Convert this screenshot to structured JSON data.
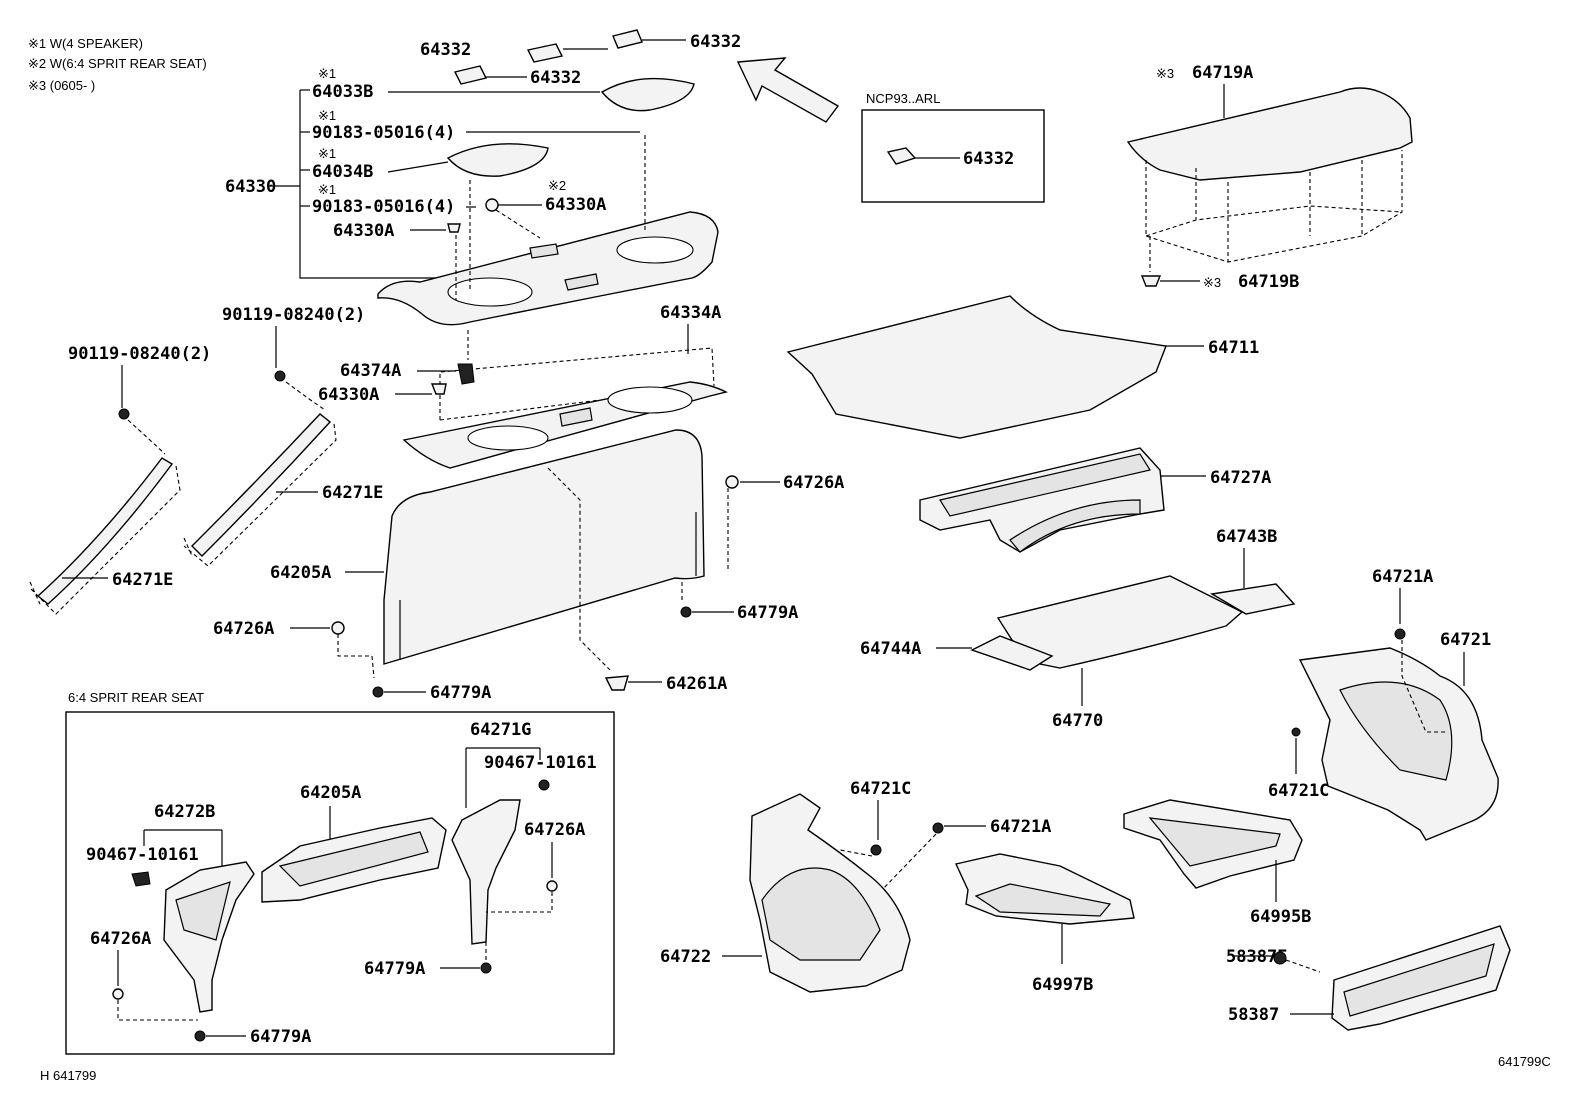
{
  "notes": [
    "※1 W(4 SPEAKER)",
    "※2 W(6:4 SPRIT REAR SEAT)",
    "※3 (0605-      )"
  ],
  "inset_ncp": {
    "title": "NCP93..ARL",
    "part": "64332"
  },
  "inset_split": {
    "title": "6:4 SPRIT REAR SEAT"
  },
  "marks": {
    "m1": "※1",
    "m2": "※2",
    "m3": "※3"
  },
  "parts": {
    "p64332a": "64332",
    "p64332b": "64332",
    "p64332c": "64332",
    "p64033B": "64033B",
    "p90183a": "90183-05016(4)",
    "p64034B": "64034B",
    "p90183b": "90183-05016(4)",
    "p64330A_top": "64330A",
    "p64330A_left": "64330A",
    "p64330": "64330",
    "p64719A": "64719A",
    "p64719B": "64719B",
    "p64711": "64711",
    "p90119_right": "90119-08240(2)",
    "p90119_left": "90119-08240(2)",
    "p64334A": "64334A",
    "p64374A": "64374A",
    "p64330A_mid": "64330A",
    "p64271E_a": "64271E",
    "p64271E_b": "64271E",
    "p64726A_a": "64726A",
    "p64727A": "64727A",
    "p64205A": "64205A",
    "p64779A_a": "64779A",
    "p64726A_b": "64726A",
    "p64779A_b": "64779A",
    "p64261A": "64261A",
    "p64743B": "64743B",
    "p64744A": "64744A",
    "p64770": "64770",
    "p64721A_a": "64721A",
    "p64721": "64721",
    "p64721C_a": "64721C",
    "p64721C_b": "64721C",
    "p64721A_b": "64721A",
    "p64722": "64722",
    "p64997B": "64997B",
    "p64995B": "64995B",
    "p58387E": "58387E",
    "p58387": "58387",
    "p64271G": "64271G",
    "p90467a": "90467-10161",
    "p64205A_b": "64205A",
    "p64726A_c": "64726A",
    "p64272B": "64272B",
    "p90467b": "90467-10161",
    "p64726A_d": "64726A",
    "p64779A_c": "64779A",
    "p64779A_d": "64779A"
  },
  "footer": {
    "left": "H 641799",
    "right": "641799C"
  }
}
